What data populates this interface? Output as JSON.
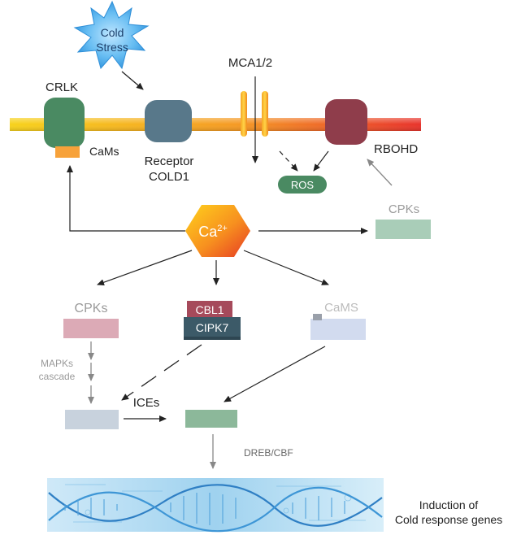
{
  "labels": {
    "cold_stress": [
      "Cold",
      "Stress"
    ],
    "crlk": "CRLK",
    "cams_top": "CaMs",
    "receptor": [
      "Receptor",
      "COLD1"
    ],
    "mca": "MCA1/2",
    "ros": "ROS",
    "rbohd": "RBOHD",
    "ca": "Ca",
    "ca_sup": "2+",
    "cpks_right": "CPKs",
    "cpks_left": "CPKs",
    "cbl1": "CBL1",
    "cipk7": "CIPK7",
    "cams_mid": "CaMS",
    "mapks": [
      "MAPKs",
      "cascade"
    ],
    "ices": "ICEs",
    "dreb": "DREB/CBF",
    "induction": [
      "Induction of",
      "Cold response genes"
    ]
  },
  "colors": {
    "membrane_start": "#f7d21b",
    "membrane_mid": "#f59a23",
    "membrane_end": "#e8322b",
    "crlk": "#4a8a62",
    "cams_chip": "#f7a23a",
    "receptor": "#58788a",
    "rbohd": "#8f3d4b",
    "ros": "#4a8a62",
    "cpk_right": "#a9cdb8",
    "cpk_left": "#dcaab6",
    "cbl1": "#a64a5b",
    "cipk7": "#3c5a68",
    "cams_box": "#d2dbef",
    "ices_left": "#c8d2dd",
    "ices_right": "#8cb89a",
    "star": "#3ba3ea",
    "arrow_dark": "#222222",
    "arrow_grey": "#888888"
  }
}
